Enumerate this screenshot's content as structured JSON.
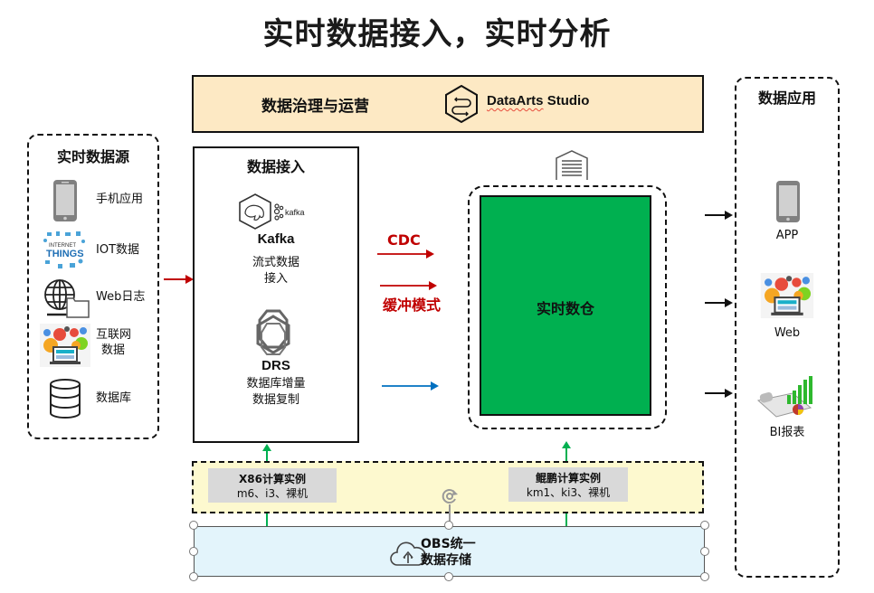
{
  "title": "实时数据接入，实时分析",
  "governance": {
    "label": "数据治理与运营",
    "brand": "DataArts",
    "brand_suffix": " Studio",
    "icon": "dataarts-hexagon-icon"
  },
  "sources": {
    "title": "实时数据源",
    "items": [
      {
        "icon": "mobile-phone-icon",
        "label": "手机应用"
      },
      {
        "icon": "internet-of-things-icon",
        "label": "IOT数据"
      },
      {
        "icon": "globe-folder-icon",
        "label": "Web日志"
      },
      {
        "icon": "web-technologies-icon",
        "label_line1": "互联网",
        "label_line2": "数据"
      },
      {
        "icon": "database-icon",
        "label": "数据库"
      }
    ]
  },
  "ingestion": {
    "title": "数据接入",
    "kafka": {
      "logo_text": "kafka",
      "name": "Kafka",
      "desc_line1": "流式数据",
      "desc_line2": "接入"
    },
    "drs": {
      "name": "DRS",
      "desc_line1": "数据库增量",
      "desc_line2": "数据复制"
    }
  },
  "flows": {
    "cdc_label": "CDC",
    "buffer_label": "缓冲模式"
  },
  "warehouse": {
    "label": "实时数仓",
    "icon": "warehouse-icon"
  },
  "applications": {
    "title": "数据应用",
    "items": [
      {
        "icon": "mobile-phone-icon",
        "label": "APP"
      },
      {
        "icon": "web-technologies-icon",
        "label": "Web"
      },
      {
        "icon": "bi-report-chart-icon",
        "label": "BI报表"
      }
    ]
  },
  "compute": {
    "x86": {
      "title": "X86计算实例",
      "types": "m6、i3、裸机"
    },
    "kunpeng": {
      "title": "鲲鹏计算实例",
      "types": "km1、ki3、裸机"
    }
  },
  "storage": {
    "line1": "OBS统一",
    "line2": "数据存储",
    "icon": "cloud-upload-icon"
  },
  "colors": {
    "governance_bg": "#fde9c4",
    "warehouse_green": "#00b050",
    "compute_bg": "#fdf9cf",
    "storage_bg": "#e3f4fb",
    "flow_red": "#c00000",
    "flow_blue": "#0070c0",
    "flow_green": "#00b050",
    "instance_gray": "#d9d9d9"
  }
}
